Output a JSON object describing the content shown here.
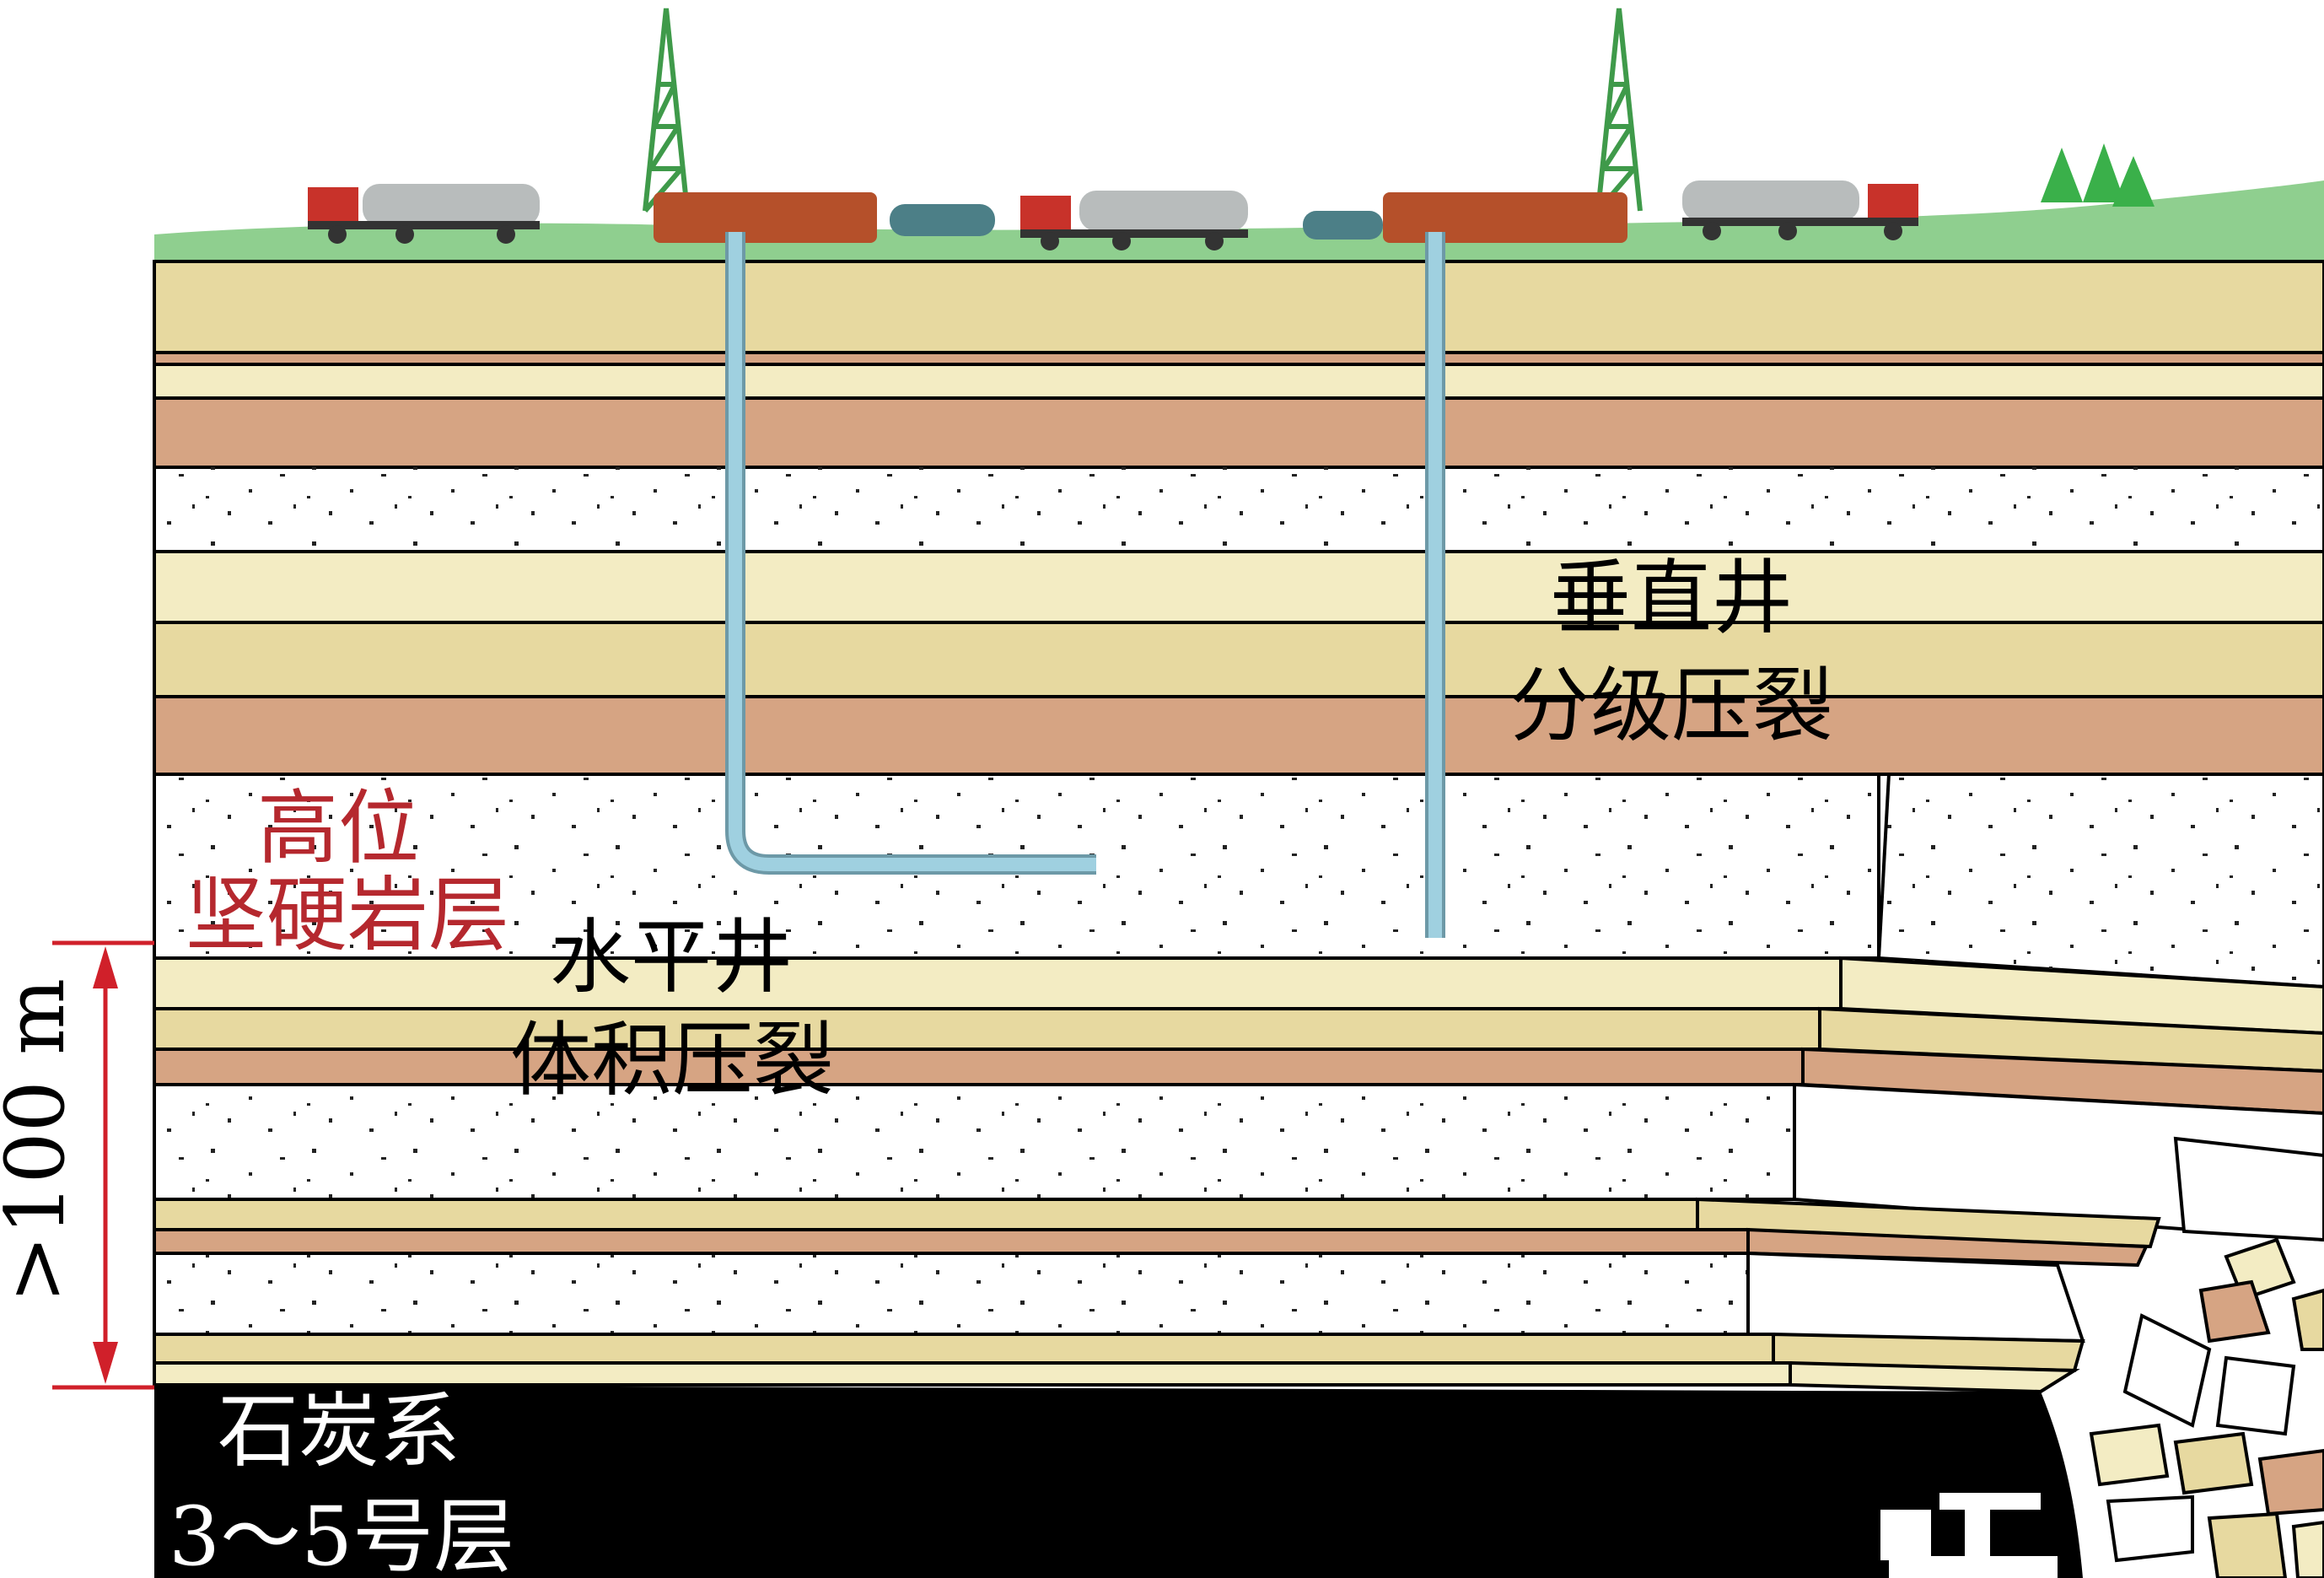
{
  "labels": {
    "vertical_well_line1": "垂直井",
    "vertical_well_line2": "分级压裂",
    "horizontal_well_line1": "水平井",
    "horizontal_well_line2": "体积压裂",
    "hard_rock_line1": "高位",
    "hard_rock_line2": "坚硬岩层",
    "coal_line1": "石炭系",
    "coal_line2": "3～5号层",
    "distance": ">100 m"
  },
  "colors": {
    "ground": "#8fcf8f",
    "layer_tan": "#e7d9a0",
    "layer_cream": "#f3ecc3",
    "layer_salmon": "#d6a483",
    "layer_white": "#ffffff",
    "coal": "#000000",
    "pipe": "#9fd0e0",
    "annotation_red": "#d0202a",
    "truck_red": "#c8322a",
    "tank_grey": "#b8bcbc",
    "rig_green": "#3f9a4a",
    "fracturing_unit": "#b5502a"
  }
}
